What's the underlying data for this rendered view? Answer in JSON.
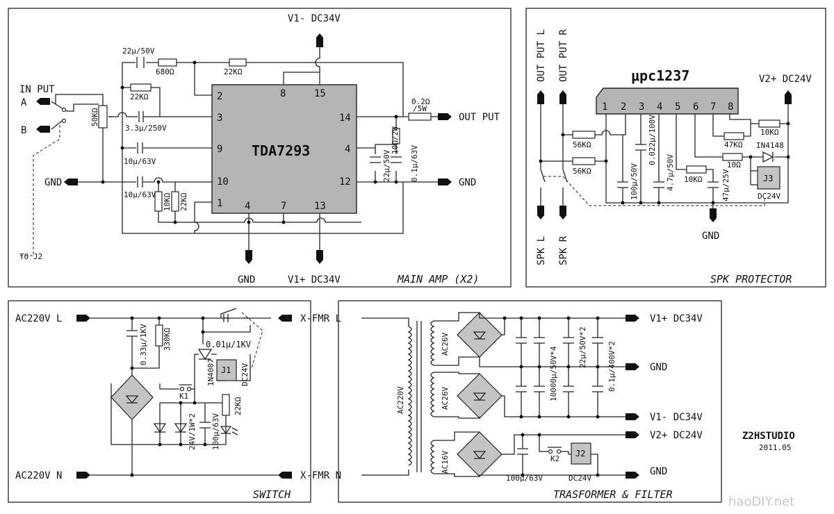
{
  "main_amp": {
    "title": "MAIN AMP (X2)",
    "chip": "TDA7293",
    "pins": [
      "2",
      "3",
      "9",
      "10",
      "1",
      "8",
      "15",
      "14",
      "4",
      "12",
      "4",
      "7",
      "13"
    ],
    "in_put": "IN PUT",
    "in_a": "A",
    "in_b": "B",
    "gnd_left": "GND",
    "to_j2": "TO J2",
    "pot": "50KΩ",
    "c_in1": "22μ/50V",
    "r_680": "680Ω",
    "r_22k_top": "22KΩ",
    "r_22k_in": "22KΩ",
    "c_3u3": "3.3μ/250V",
    "c_10u_a": "10μ/63V",
    "c_10u_b": "10μ/63V",
    "r_10k": "10KΩ",
    "r_22k_v": "22KΩ",
    "v_minus": "V1- DC34V",
    "v_plus": "V1+ DC34V",
    "gnd_bottom": "GND",
    "r_out": "0.2Ω",
    "r_out_w": "/5W",
    "out_put": "OUT PUT",
    "gnd_right": "GND",
    "c_22u": "22μ/50V",
    "r_10r": "10Ω/2W",
    "c_0u1": "0.1μ/63V"
  },
  "spk_protector": {
    "title": "SPK PROTECTOR",
    "chip": "μpc1237",
    "pins": [
      "1",
      "2",
      "3",
      "4",
      "5",
      "6",
      "7",
      "8"
    ],
    "out_l": "OUT PUT L",
    "out_r": "OUT PUT R",
    "spk_l": "SPK L",
    "spk_r": "SPK R",
    "v_plus": "V2+ DC24V",
    "r_56k_a": "56KΩ",
    "r_56k_b": "56KΩ",
    "c_100u": "100μ/50V",
    "c_0u022": "0.022μ/100V",
    "c_4u7": "4.7μ/50V",
    "r_10k": "10KΩ",
    "c_47u": "47μ/25V",
    "r_47k": "47KΩ",
    "r_10r": "10Ω",
    "r_10k_top": "10KΩ",
    "diode": "IN4148",
    "relay": "J3",
    "relay_v": "DC24V",
    "gnd": "GND"
  },
  "switch": {
    "title": "SWITCH",
    "ac_l": "AC220V L",
    "ac_n": "AC220V N",
    "xfmr_l": "X-FMR L",
    "xfmr_n": "X-FMR N",
    "c_0u33": "0.33μ/1KV",
    "r_330k": "330KΩ",
    "c_0u01": "0.01μ/1KV",
    "diode": "1N4007",
    "relay": "J1",
    "relay_v": "DC24V",
    "k1": "K1",
    "zener": "24V/1W*2",
    "c_100u": "100μ/63V",
    "r_22k": "22KΩ"
  },
  "transformer": {
    "title": "TRASFORMER & FILTER",
    "primary": "AC220V",
    "sec1": "AC26V",
    "sec2": "AC26V",
    "sec3": "AC16V",
    "v1_plus": "V1+ DC34V",
    "gnd1": "GND",
    "v1_minus": "V1- DC34V",
    "v2_plus": "V2+ DC24V",
    "gnd2": "GND",
    "c_10000": "10000μ/50V*4",
    "c_22u": "22μ/50V*2",
    "c_0u1": "0.1μ/400V*2",
    "c_100u": "100μ/63V",
    "k2": "K2",
    "relay": "J2",
    "relay_v": "DC24V"
  },
  "credits": {
    "studio": "Z2HSTUDIO",
    "date": "2011.05",
    "watermark": "haoDIY.net"
  }
}
